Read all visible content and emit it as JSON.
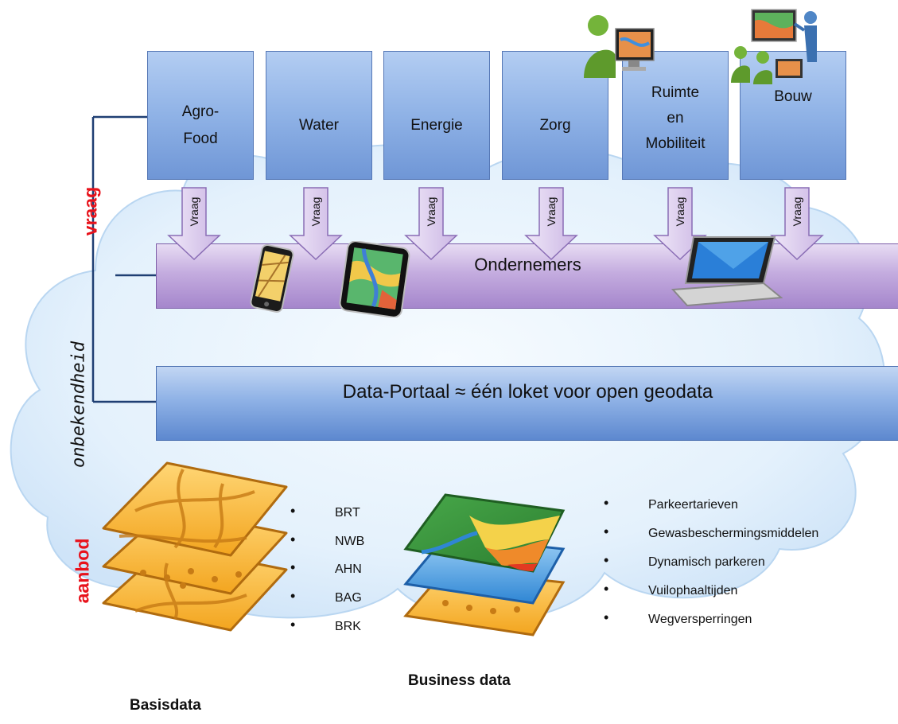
{
  "sectors": [
    {
      "label": "Agro-\nFood"
    },
    {
      "label": "Water"
    },
    {
      "label": "Energie"
    },
    {
      "label": "Zorg"
    },
    {
      "label": "Ruimte\nen\nMobiliteit"
    },
    {
      "label": "Bouw"
    }
  ],
  "arrow_label": "Vraag",
  "ondernemers": "Ondernemers",
  "portal": "Data-Portaal ≈ één loket voor open geodata",
  "side_labels": {
    "vraag": "vraag",
    "onbekendheid": "onbekendheid",
    "aanbod": "aanbod"
  },
  "basisdata": {
    "items": [
      "BRT",
      "NWB",
      "AHN",
      "BAG",
      "BRK"
    ],
    "caption": "Basisdata"
  },
  "business": {
    "items": [
      "Parkeertarieven",
      "Gewasbeschermingsmiddelen",
      "Dynamisch parkeren",
      "Vuilophaaltijden",
      "Wegversperringen"
    ],
    "caption": "Business data"
  },
  "colors": {
    "sector_fill": "#8fb2e6",
    "ondernemers_fill": "#c4acdf",
    "portal_fill": "#8fb2e6",
    "side_red": "#e8121b",
    "bracket": "#1f3f73"
  }
}
